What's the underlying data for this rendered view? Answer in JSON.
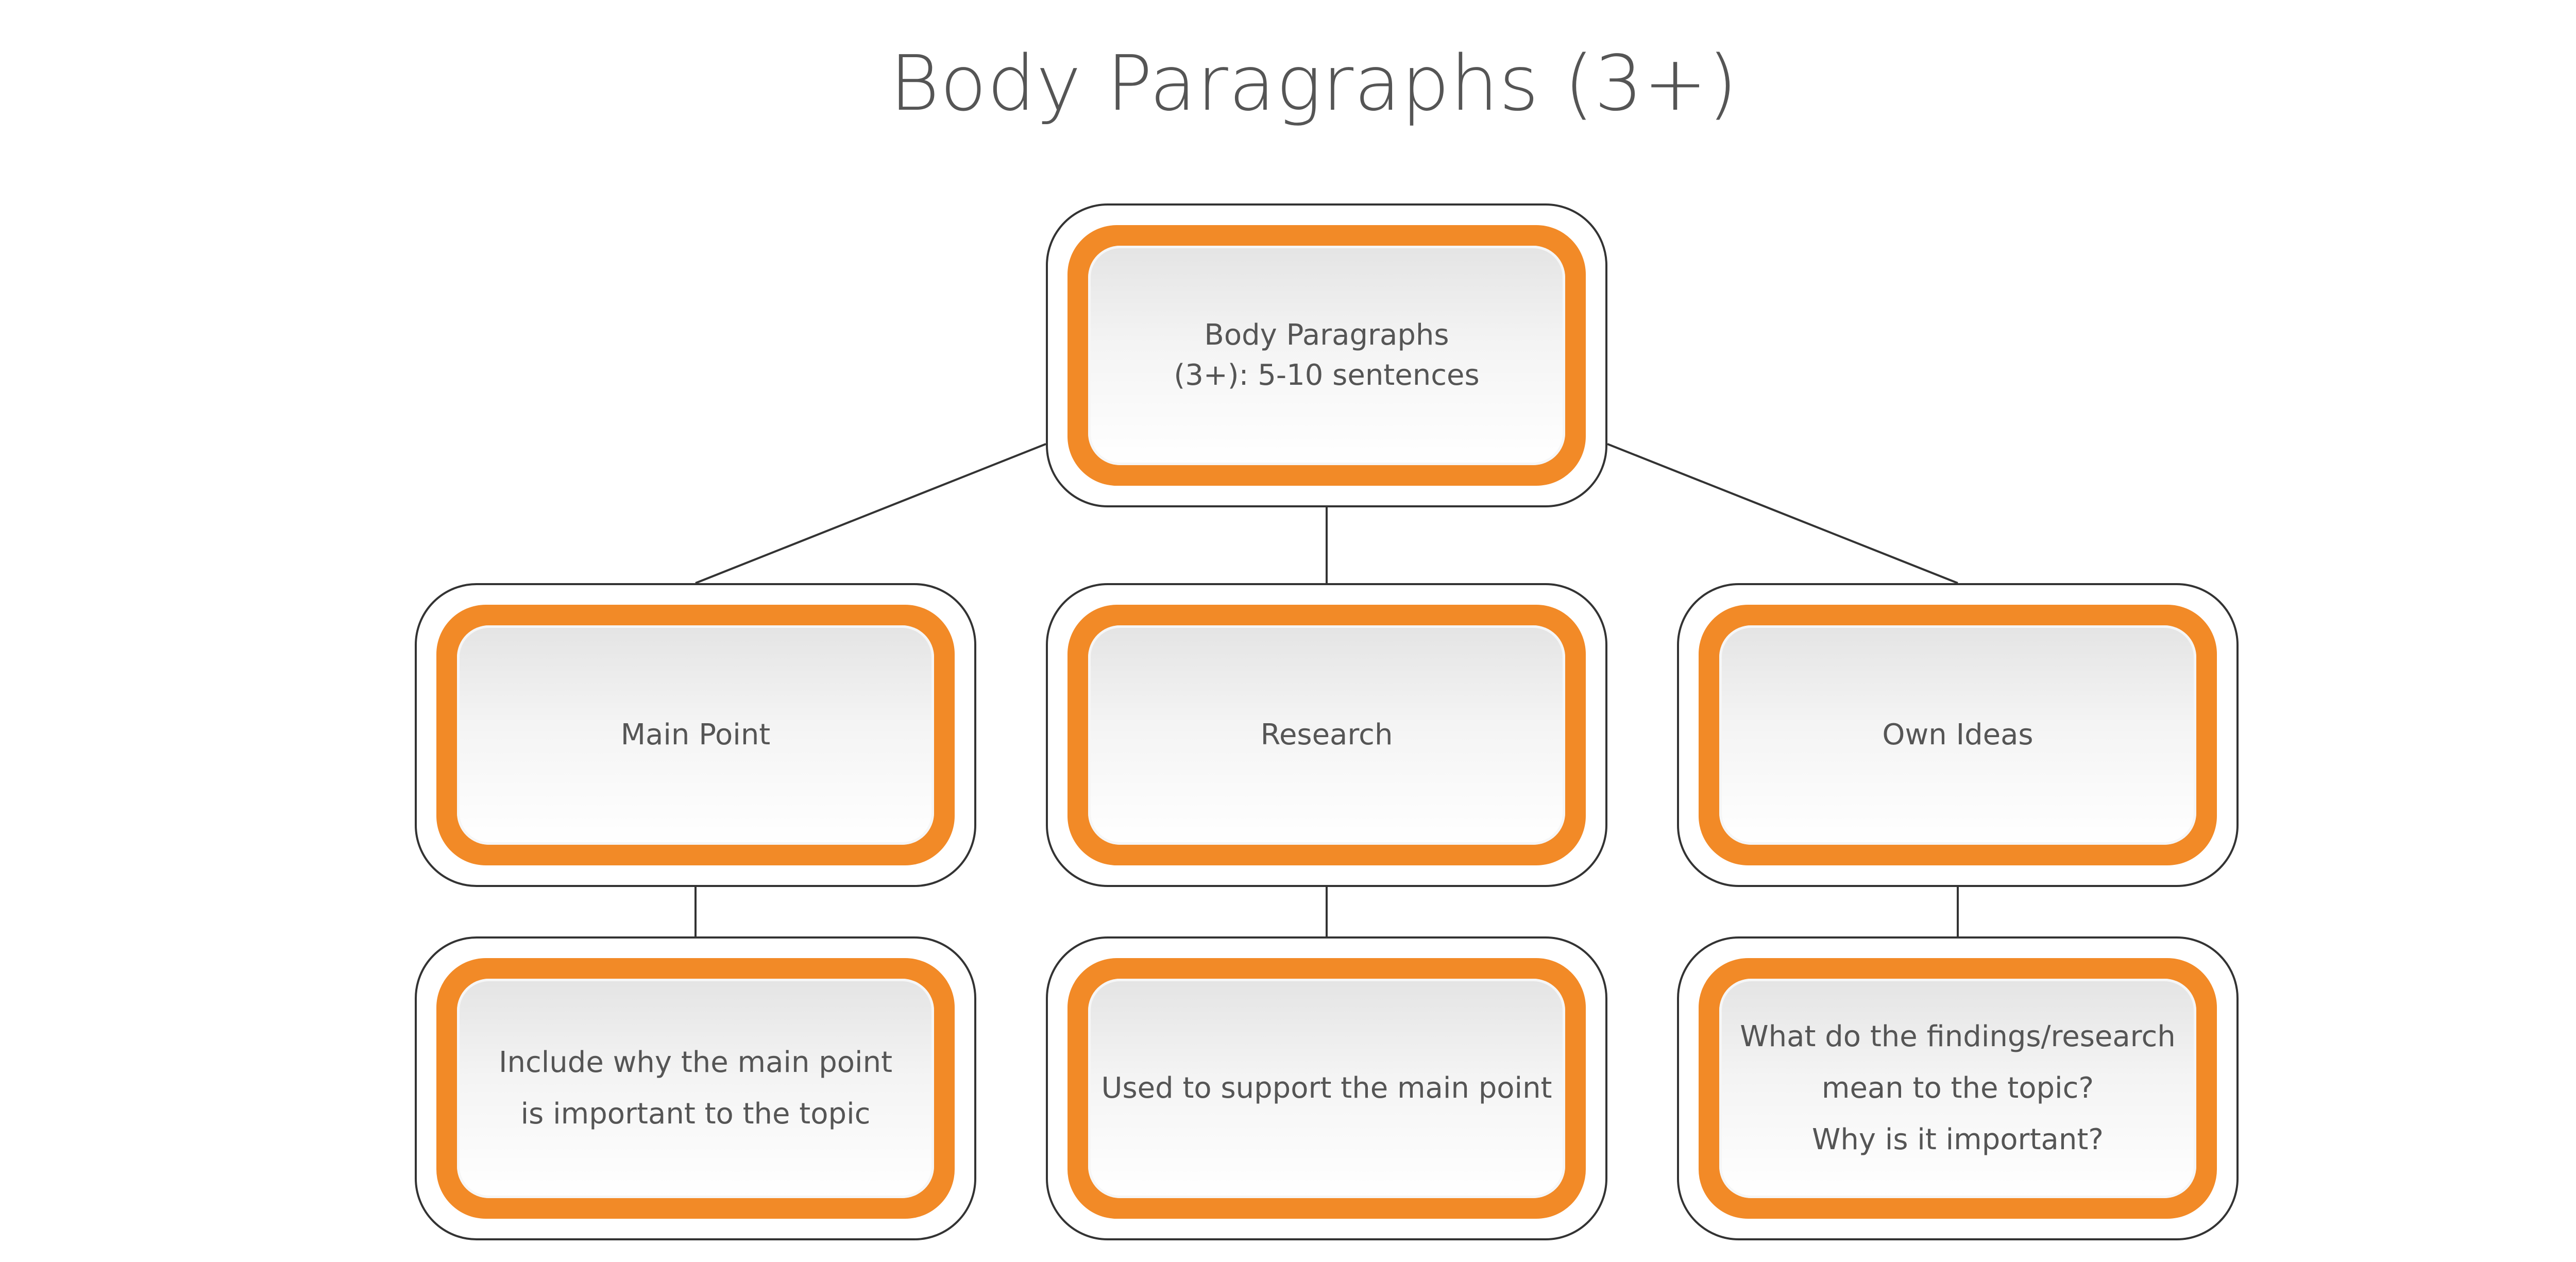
{
  "title": "Body Paragraphs (3+)",
  "colors": {
    "accent": "#f28a27",
    "outline": "#333333",
    "text": "#555555"
  },
  "nodes": {
    "root": "Body Paragraphs\n(3+): 5-10 sentences",
    "main_point": "Main Point",
    "research": "Research",
    "own_ideas": "Own Ideas",
    "main_point_detail": "Include why the main point\nis important to the topic",
    "research_detail": "Used to support the main point",
    "own_ideas_detail": "What do the findings/research\nmean to the topic?\nWhy is it important?"
  }
}
